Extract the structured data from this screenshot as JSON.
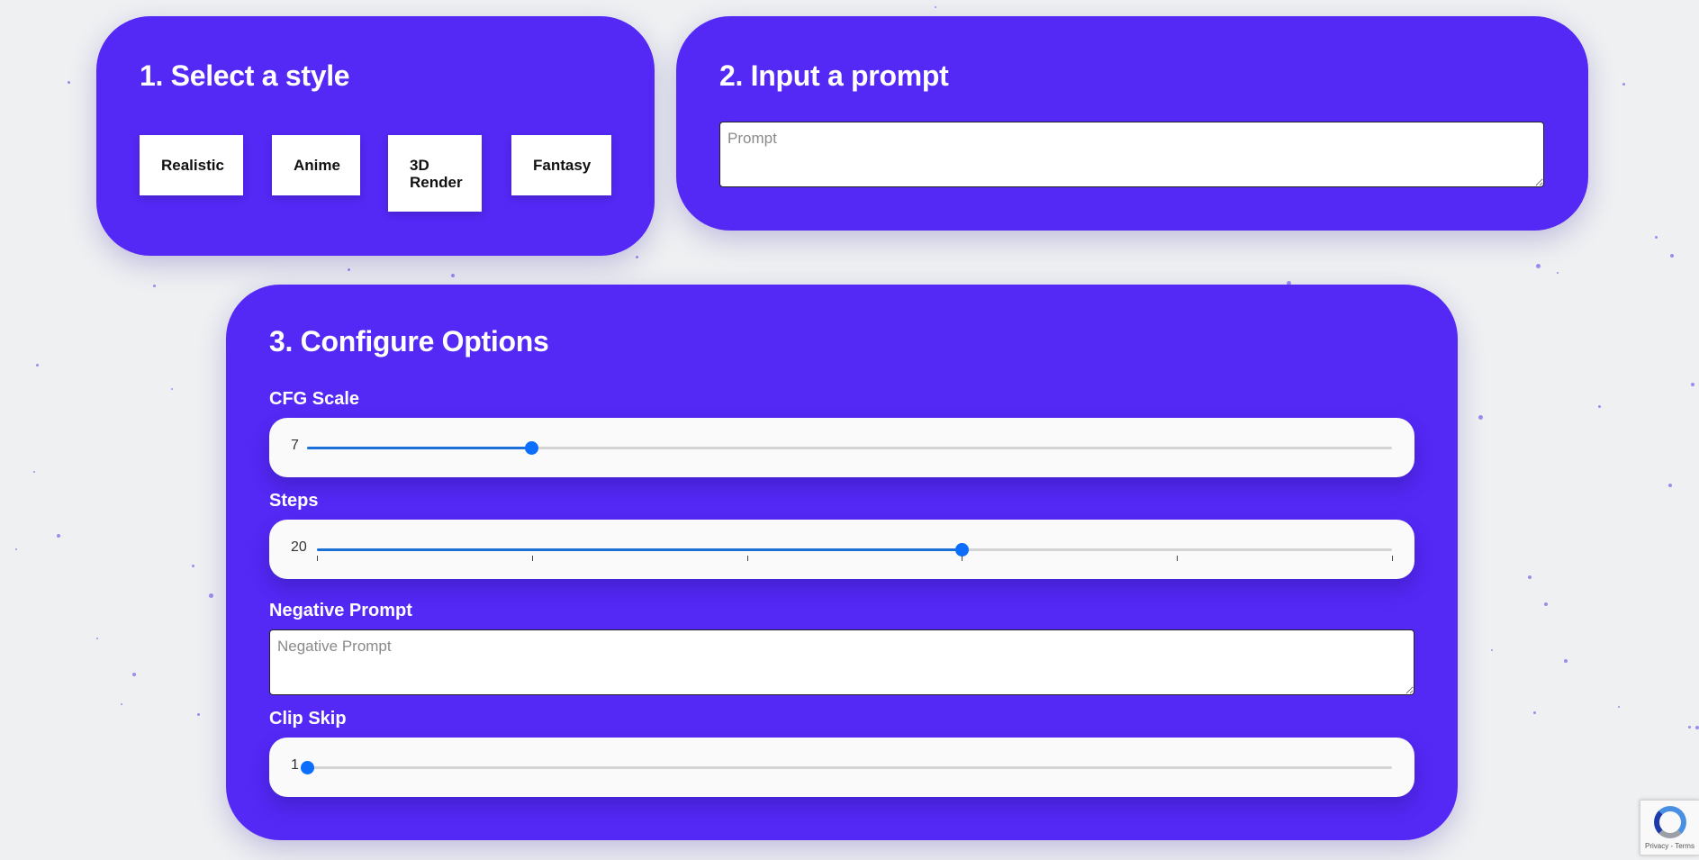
{
  "style_card": {
    "title": "1. Select a style",
    "buttons": [
      {
        "label": "Realistic"
      },
      {
        "label": "Anime"
      },
      {
        "label_line1": "3D",
        "label_line2": "Render"
      },
      {
        "label": "Fantasy"
      }
    ]
  },
  "prompt_card": {
    "title": "2. Input a prompt",
    "prompt_placeholder": "Prompt",
    "prompt_value": ""
  },
  "options_card": {
    "title": "3. Configure Options",
    "cfg_scale": {
      "label": "CFG Scale",
      "value": "7",
      "min": 1,
      "max": 30,
      "current": 7
    },
    "steps": {
      "label": "Steps",
      "value": "20",
      "min": 5,
      "max": 30,
      "current": 20,
      "tick_count": 6
    },
    "negative_prompt": {
      "label": "Negative Prompt",
      "placeholder": "Negative Prompt",
      "value": ""
    },
    "clip_skip": {
      "label": "Clip Skip",
      "value": "1",
      "min": 1,
      "max": 12,
      "current": 1
    }
  },
  "recaptcha": {
    "text": "Privacy - Terms"
  },
  "colors": {
    "accent_purple": "#5428f5",
    "slider_blue": "#0d6efd",
    "page_bg": "#eef0f2"
  }
}
